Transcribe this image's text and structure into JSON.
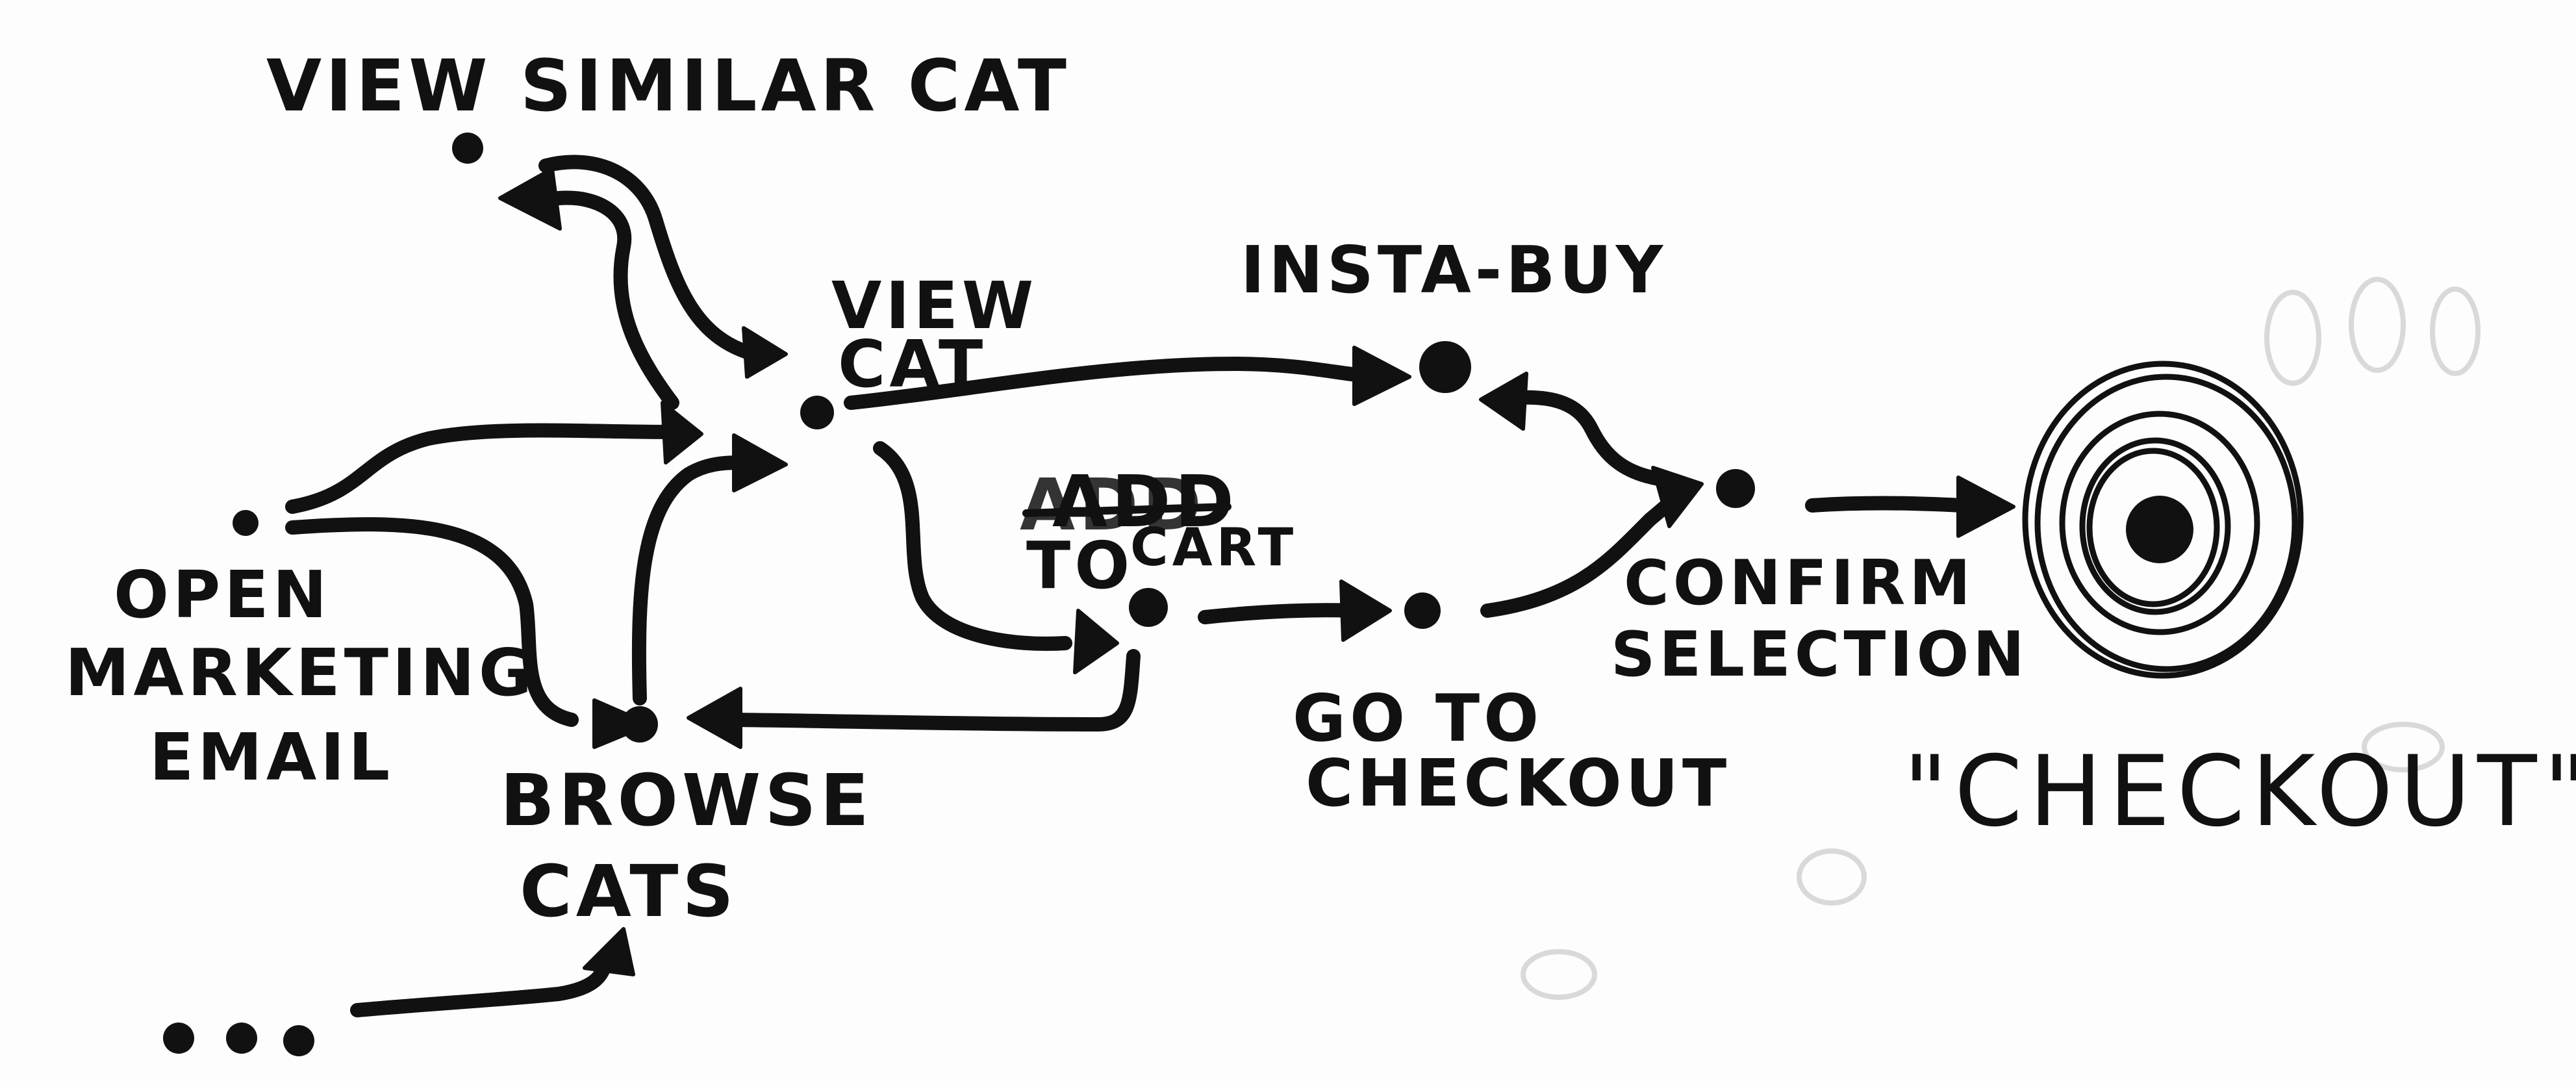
{
  "labels": {
    "view_similar_cat": "VIEW SIMILAR CAT",
    "view_cat_line1": "VIEW",
    "view_cat_line2": "CAT",
    "insta_buy": "INSTA-BUY",
    "add_to_cart_struck": "ADD",
    "add_to_cart_line1": "ADD",
    "add_to_cart_to": "TO",
    "add_to_cart_cart": "CART",
    "open_marketing_email_line1": "OPEN",
    "open_marketing_email_line2": "MARKETING",
    "open_marketing_email_line3": "EMAIL",
    "browse_cats_line1": "BROWSE",
    "browse_cats_line2": "CATS",
    "go_to_checkout_line1": "GO TO",
    "go_to_checkout_line2": "CHECKOUT",
    "confirm_selection_line1": "CONFIRM",
    "confirm_selection_line2": "SELECTION",
    "checkout_goal": "\"CHECKOUT\""
  },
  "icons": {
    "nodes": "dot",
    "goal": "target-rings"
  },
  "colors": {
    "ink": "#111111",
    "paper": "#fdfdfd"
  }
}
